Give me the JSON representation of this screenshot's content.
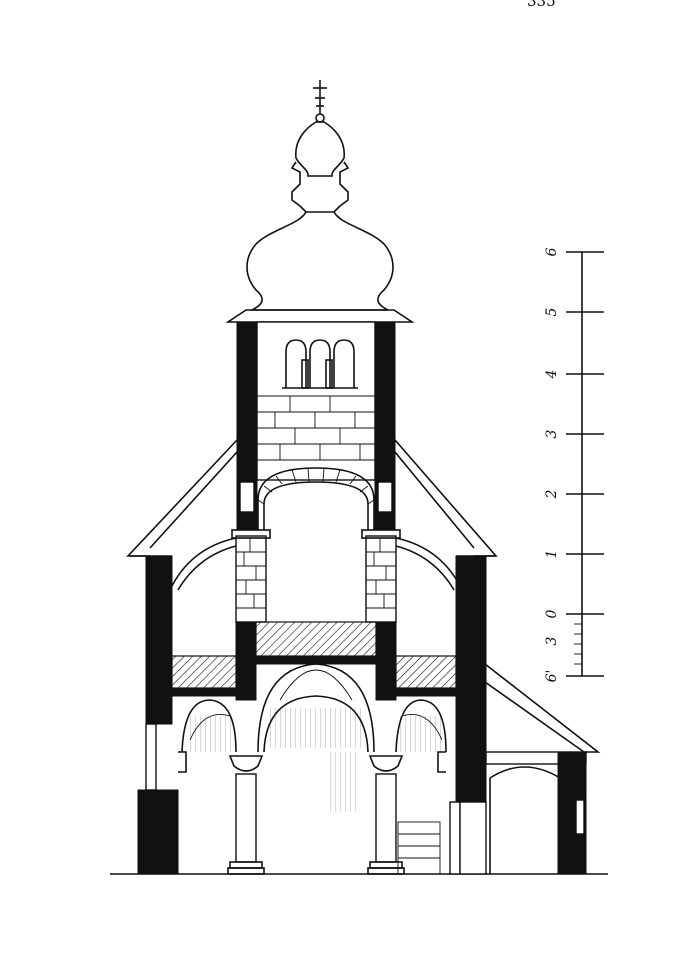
{
  "page_mark": "335",
  "scale": {
    "ticks": [
      "6'",
      "3",
      "0",
      "1",
      "2",
      "3",
      "4",
      "5",
      "6"
    ]
  },
  "colors": {
    "ink": "#111111",
    "paper": "#ffffff"
  }
}
